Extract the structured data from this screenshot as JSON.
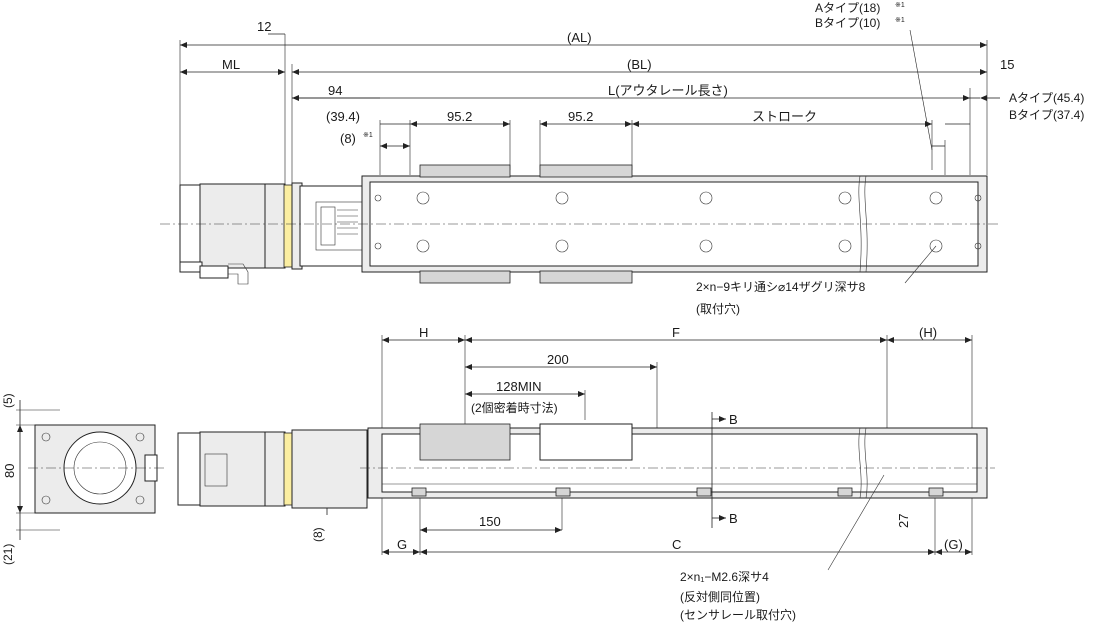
{
  "top_view": {
    "label_a_type_top": "Aタイプ(18)",
    "label_b_type_top": "Bタイプ(10)",
    "note_mark": "※1",
    "dim_12": "12",
    "dim_AL": "(AL)",
    "dim_ML": "ML",
    "dim_BL": "(BL)",
    "dim_15": "15",
    "dim_94": "94",
    "dim_L": "L(アウタレール長さ)",
    "dim_a_type_right": "Aタイプ(45.4)",
    "dim_b_type_right": "Bタイプ(37.4)",
    "dim_39_4": "(39.4)",
    "dim_95_2_a": "95.2",
    "dim_95_2_b": "95.2",
    "dim_stroke": "ストローク",
    "dim_8": "(8)",
    "hole_note": "2×n−9キリ通シ⌀14ザグリ深サ8",
    "hole_note_sub": "(取付穴)"
  },
  "side_view": {
    "dim_H": "H",
    "dim_F": "F",
    "dim_H_right": "(H)",
    "dim_200": "200",
    "dim_128": "128MIN",
    "dim_128_sub": "(2個密着時寸法)",
    "section_mark_top": "B",
    "section_mark_bottom": "B",
    "dim_150": "150",
    "dim_G": "G",
    "dim_C": "C",
    "dim_G_right": "(G)",
    "dim_27": "27",
    "dim_8_side": "(8)",
    "tap_note": "2×n₁−M2.6深サ4",
    "tap_note_sub1": "(反対側同位置)",
    "tap_note_sub2": "(センサレール取付穴)"
  },
  "end_view": {
    "dim_5": "(5)",
    "dim_80": "80",
    "dim_21": "(21)"
  },
  "colors": {
    "motor_band": "#fbeea1",
    "line": "#222222"
  }
}
